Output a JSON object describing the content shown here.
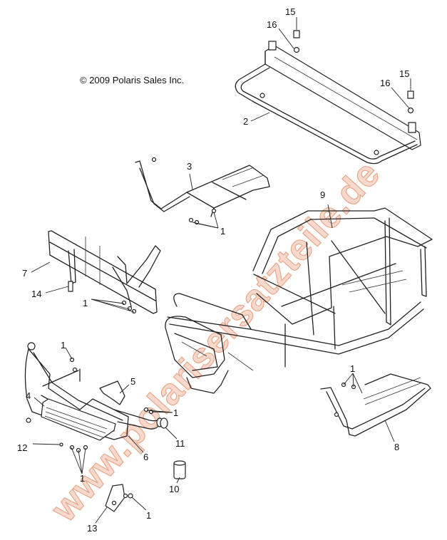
{
  "copyright": "© 2009 Polaris Sales Inc.",
  "watermark": "www.polarisersatzteile.de",
  "callouts": {
    "c15a": "15",
    "c16a": "16",
    "c2": "2",
    "c15b": "15",
    "c16b": "16",
    "c3": "3",
    "c1a": "1",
    "c9": "9",
    "c7": "7",
    "c14": "14",
    "c1b": "1",
    "c1c": "1",
    "c5": "5",
    "c4": "4",
    "c1d": "1",
    "c12": "12",
    "c6": "6",
    "c11": "11",
    "c1e": "1",
    "c1f": "1",
    "c8": "8",
    "c10": "10",
    "c13": "13",
    "c1g": "1"
  },
  "colors": {
    "line": "#222222",
    "watermark_fill": "#f6d9cc",
    "watermark_stroke": "#e8a88a"
  }
}
